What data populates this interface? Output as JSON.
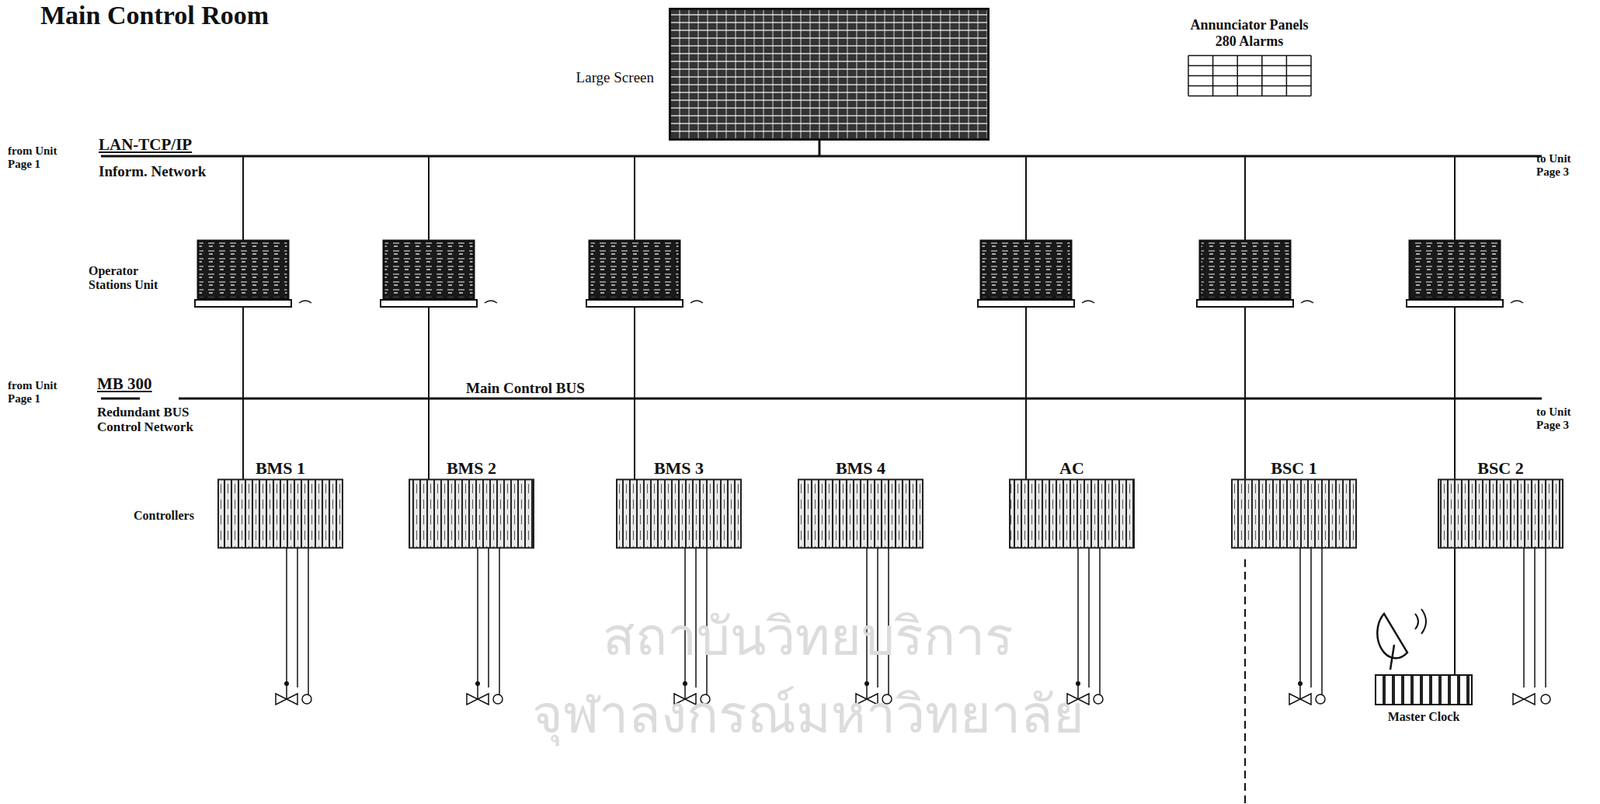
{
  "diagram": {
    "title": "Main Control Room",
    "nodes": [
      {
        "text": [
          "Large Screen"
        ]
      },
      {
        "text": [
          "Annunciator Panels",
          "280 Alarms"
        ]
      },
      {
        "text": [
          "BMS 1"
        ]
      },
      {
        "text": [
          "BMS 2"
        ]
      },
      {
        "text": [
          "BMS 3"
        ]
      },
      {
        "text": [
          "BMS 4"
        ]
      },
      {
        "text": [
          "AC"
        ]
      },
      {
        "text": [
          "BSC 1"
        ]
      },
      {
        "text": [
          "BSC 2"
        ]
      },
      {
        "text": [
          "Master Clock"
        ]
      }
    ],
    "edges": [
      {
        "from": 8,
        "to": 9,
        "arrow": "none"
      }
    ],
    "labels": [
      "LAN-TCP/IP",
      "Inform. Network",
      "from Unit Page 1",
      "to Unit Page 3",
      "Operator Stations Unit",
      "MB 300",
      "Redundant BUS Control Network",
      "Main Control BUS",
      "from Unit Page 1",
      "to Unit Page 3",
      "Controllers",
      "สถาบันวิทยบริการ",
      "จุฬาลงกรณ์มหาวิทยาลัย"
    ]
  }
}
